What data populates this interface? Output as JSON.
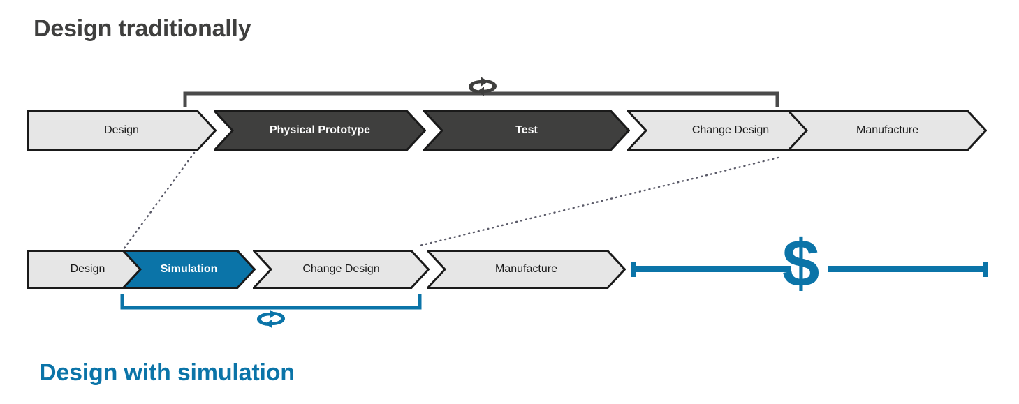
{
  "headings": {
    "top": "Design traditionally",
    "bottom": "Design with simulation"
  },
  "colors": {
    "accent_blue": "#0b74a8",
    "dark_gray": "#3f3f3e",
    "light_gray_fill": "#e6e6e6",
    "outline": "#1a1a1a",
    "title_gray": "#3f3f3e",
    "dotted_line": "#5a5a68"
  },
  "traditional_flow": {
    "name": "Design traditionally",
    "steps": [
      {
        "label": "Design",
        "style": "light"
      },
      {
        "label": "Physical Prototype",
        "style": "dark"
      },
      {
        "label": "Test",
        "style": "dark"
      },
      {
        "label": "Change Design",
        "style": "light"
      },
      {
        "label": "Manufacture",
        "style": "light"
      }
    ],
    "loop_bracket": {
      "icon": "loop-arrows-icon",
      "spans_steps": [
        "Physical Prototype",
        "Test",
        "Change Design"
      ],
      "color": "#3f3f3e",
      "position": "above"
    }
  },
  "simulation_flow": {
    "name": "Design with simulation",
    "steps": [
      {
        "label": "Design",
        "style": "light"
      },
      {
        "label": "Simulation",
        "style": "blue"
      },
      {
        "label": "Change Design",
        "style": "light"
      },
      {
        "label": "Manufacture",
        "style": "light"
      }
    ],
    "loop_bracket": {
      "icon": "loop-arrows-icon",
      "spans_steps": [
        "Simulation",
        "Change Design"
      ],
      "color": "#0b74a8",
      "position": "below"
    }
  },
  "savings_indicator": {
    "symbol": "$",
    "icon": "cost-savings-bar-icon",
    "color": "#0b74a8"
  },
  "connectors": [
    {
      "name": "prototype-to-simulation",
      "style": "dotted"
    },
    {
      "name": "change-design-to-manufacture",
      "style": "dotted"
    }
  ]
}
